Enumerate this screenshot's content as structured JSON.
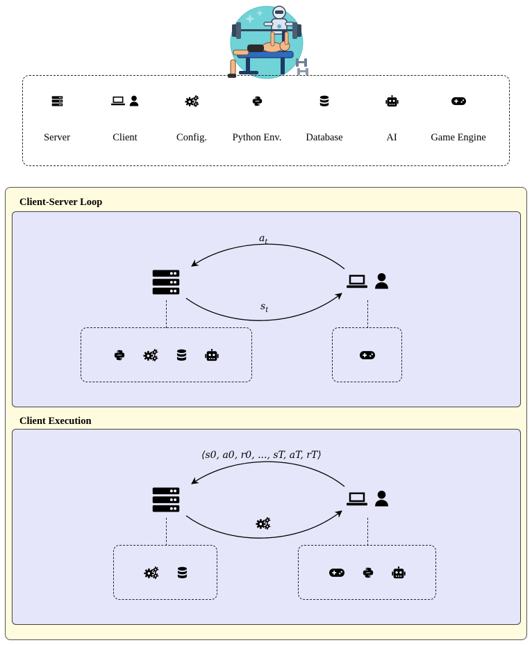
{
  "legend": {
    "items": [
      {
        "label": "Server",
        "icon": "server-icon"
      },
      {
        "label": "Client",
        "icon": "laptop-user-icon"
      },
      {
        "label": "Config.",
        "icon": "gears-icon"
      },
      {
        "label": "Python Env.",
        "icon": "python-icon"
      },
      {
        "label": "Database",
        "icon": "database-icon"
      },
      {
        "label": "AI",
        "icon": "robot-icon"
      },
      {
        "label": "Game Engine",
        "icon": "gamepad-icon"
      }
    ]
  },
  "header_illustration": "robot-spotting-bench-press-illustration",
  "sections": [
    {
      "title": "Client-Server Loop",
      "top_arrow_label": "a_t",
      "bottom_arrow_label": "s_t",
      "server_tools": [
        "python-icon",
        "gears-icon",
        "database-icon",
        "robot-icon"
      ],
      "client_tools": [
        "gamepad-icon"
      ]
    },
    {
      "title": "Client Execution",
      "top_arrow_label": "⟨s0, a0, r0, ..., sT, aT, rT⟩",
      "bottom_arrow_icon": "gears-icon",
      "server_tools": [
        "gears-icon",
        "database-icon"
      ],
      "client_tools": [
        "gamepad-icon",
        "python-icon",
        "robot-icon"
      ]
    }
  ],
  "colors": {
    "outer_background": "#fefbde",
    "panel_background": "#e6e6fb"
  }
}
